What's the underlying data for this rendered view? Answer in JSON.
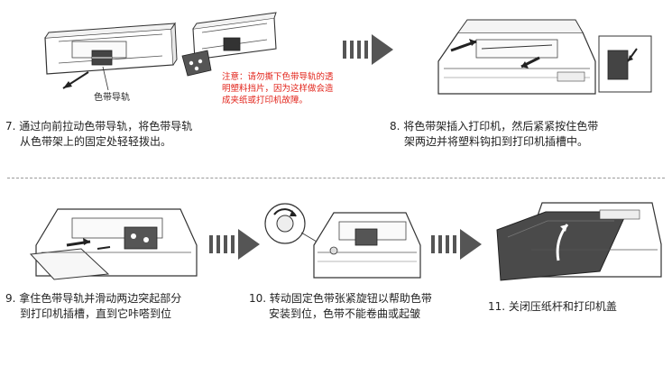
{
  "steps": [
    {
      "number": "7.",
      "line1": "通过向前拉动色带导轨，将色带导轨",
      "line2": "从色带架上的固定处轻轻拨出。"
    },
    {
      "number": "8.",
      "line1": "将色带架插入打印机，然后紧紧按住色带",
      "line2": "架两边并将塑料钩扣到打印机插槽中。"
    },
    {
      "number": "9.",
      "line1": "拿住色带导轨并滑动两边突起部分",
      "line2": "到打印机插槽，直到它咔嗒到位"
    },
    {
      "number": "10.",
      "line1": "转动固定色带张紧旋钮以帮助色带",
      "line2": "安装到位，色带不能卷曲或起皱"
    },
    {
      "number": "11.",
      "line1": "关闭压纸杆和打印机盖",
      "line2": ""
    }
  ],
  "labels": {
    "ribbon_guide": "色带导轨"
  },
  "note": {
    "line1": "注意：请勿撕下色带导轨的透",
    "line2": "明塑料挡片，因为这样做会造",
    "line3": "成夹纸或打印机故障。"
  },
  "colors": {
    "note_red": "#e2231a",
    "arrow_gray": "#555555",
    "line": "#333333"
  },
  "icons": [
    "next-step-arrow-icon"
  ]
}
